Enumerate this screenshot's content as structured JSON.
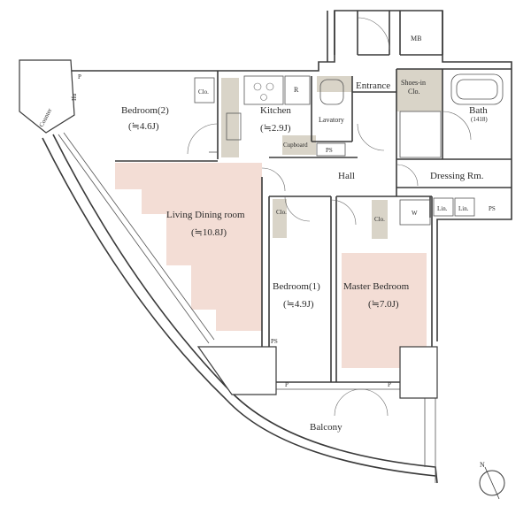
{
  "rooms": {
    "bedroom2": {
      "name": "Bedroom(2)",
      "size": "(≒4.6J)"
    },
    "kitchen": {
      "name": "Kitchen",
      "size": "(≒2.9J)"
    },
    "living": {
      "name": "Living Dining room",
      "size": "(≒10.8J)"
    },
    "bedroom1": {
      "name": "Bedroom(1)",
      "size": "(≒4.9J)"
    },
    "master": {
      "name": "Master Bedroom",
      "size": "(≒7.0J)"
    },
    "entrance": {
      "name": "Entrance"
    },
    "hall": {
      "name": "Hall"
    },
    "bath": {
      "name": "Bath",
      "note": "(1418)"
    },
    "dressing": {
      "name": "Dressing Rm."
    },
    "balcony": {
      "name": "Balcony"
    },
    "lavatory": {
      "name": "Lavatory"
    },
    "shoes_in": {
      "line1": "Shoes-in",
      "line2": "Clo."
    }
  },
  "fixtures": {
    "mb": "MB",
    "clo": "Clo.",
    "cupboard": "Cupboard",
    "ps": "PS",
    "p": "P",
    "r": "R",
    "w": "W",
    "lin": "Lin.",
    "counter": "Counter",
    "ifu": "Ifu"
  },
  "compass": {
    "north": "N"
  },
  "colors": {
    "living_fill": "#f3ddd5",
    "master_fill": "#f3ddd5",
    "storage_fill": "#d9d4c8",
    "wall": "#3a3a3a"
  }
}
